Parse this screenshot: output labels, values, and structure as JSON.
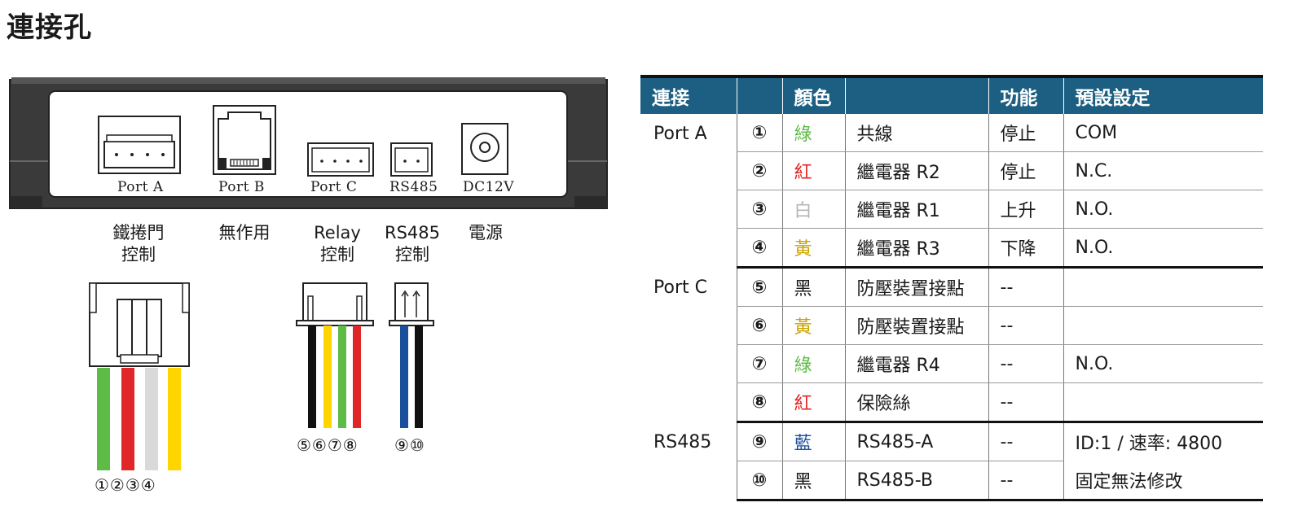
{
  "title": "連接孔",
  "device": {
    "port_labels": [
      "Port A",
      "Port B",
      "Port C",
      "RS485",
      "DC12V"
    ],
    "descriptions": {
      "port_a": [
        "鐵捲門",
        "控制"
      ],
      "port_b": [
        "無作用"
      ],
      "port_c": [
        "Relay",
        "控制"
      ],
      "rs485": [
        "RS485",
        "控制"
      ],
      "dc": [
        "電源"
      ]
    },
    "pin_numbers": {
      "port_a": "①②③④",
      "port_c": "⑤⑥⑦⑧",
      "rs485": "⑨⑩"
    },
    "wire_colors": {
      "port_a": [
        "#5dbb46",
        "#e02626",
        "#d9d9d9",
        "#ffd500"
      ],
      "port_c": [
        "#111111",
        "#ffd500",
        "#5dbb46",
        "#e02626"
      ],
      "rs485": [
        "#1a4f9c",
        "#111111"
      ]
    }
  },
  "table": {
    "headers": [
      "連接",
      "",
      "顏色",
      "",
      "功能",
      "預設設定"
    ],
    "groups": [
      {
        "port": "Port A",
        "rows": [
          {
            "num": "①",
            "color": "綠",
            "color_class": "c-green",
            "desc": "共線",
            "func": "停止",
            "setting": "COM"
          },
          {
            "num": "②",
            "color": "紅",
            "color_class": "c-red",
            "desc": "繼電器 R2",
            "func": "停止",
            "setting": "N.C."
          },
          {
            "num": "③",
            "color": "白",
            "color_class": "c-white",
            "desc": "繼電器 R1",
            "func": "上升",
            "setting": "N.O."
          },
          {
            "num": "④",
            "color": "黃",
            "color_class": "c-yellow",
            "desc": "繼電器 R3",
            "func": "下降",
            "setting": "N.O."
          }
        ]
      },
      {
        "port": "Port C",
        "rows": [
          {
            "num": "⑤",
            "color": "黑",
            "color_class": "c-black",
            "desc": "防壓裝置接點",
            "func": "--",
            "setting": ""
          },
          {
            "num": "⑥",
            "color": "黃",
            "color_class": "c-yellow",
            "desc": "防壓裝置接點",
            "func": "--",
            "setting": ""
          },
          {
            "num": "⑦",
            "color": "綠",
            "color_class": "c-green",
            "desc": "繼電器 R4",
            "func": "--",
            "setting": "N.O."
          },
          {
            "num": "⑧",
            "color": "紅",
            "color_class": "c-red",
            "desc": "保險絲",
            "func": "--",
            "setting": ""
          }
        ]
      },
      {
        "port": "RS485",
        "rows": [
          {
            "num": "⑨",
            "color": "藍",
            "color_class": "c-blue",
            "desc": "RS485-A",
            "func": "--",
            "setting": "ID:1 / 速率: 4800"
          },
          {
            "num": "⑩",
            "color": "黑",
            "color_class": "c-black",
            "desc": "RS485-B",
            "func": "--",
            "setting": "固定無法修改"
          }
        ]
      }
    ]
  }
}
